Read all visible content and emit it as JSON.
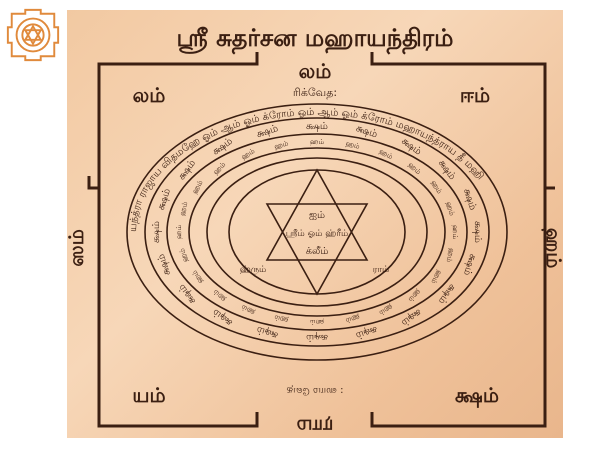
{
  "title": "ஸ்ரீ சுதர்சன மஹாயந்திரம்",
  "top_gate": "லம்",
  "top_label": "ரிக்வேத:",
  "corners": {
    "top_left": "லம்",
    "top_right": "ஈம்",
    "bottom_left": "யம்",
    "bottom_right": "க்ஷம்"
  },
  "left_gate": "ஸம்",
  "right_gate": "ஹம்",
  "bottom_gate": "ராம",
  "bottom_label": ": ஸாம வேத",
  "outer_ring_text": "யந்த்ரா ராஜாய விதமஹே ஓம் ஆம் ஓம் க்ரோம் ஓம் ஆம் ஓம் க்ரோம் மஹாயந்த்ராய தீ மஹி",
  "ring_syllable": "க்ஷம்",
  "inner_ring_syllable": "ஹம்",
  "center": {
    "top": "ஐம்",
    "middle": "ஸ்ரீம் ஓம் ஹ்ரீம்",
    "bottom": "க்லீம்",
    "left": "ஹ்ரும்",
    "right": "ராம்"
  },
  "colors": {
    "plate": "#f2c9a2",
    "ink": "#3b1f12",
    "logo": "#e08a3c"
  }
}
